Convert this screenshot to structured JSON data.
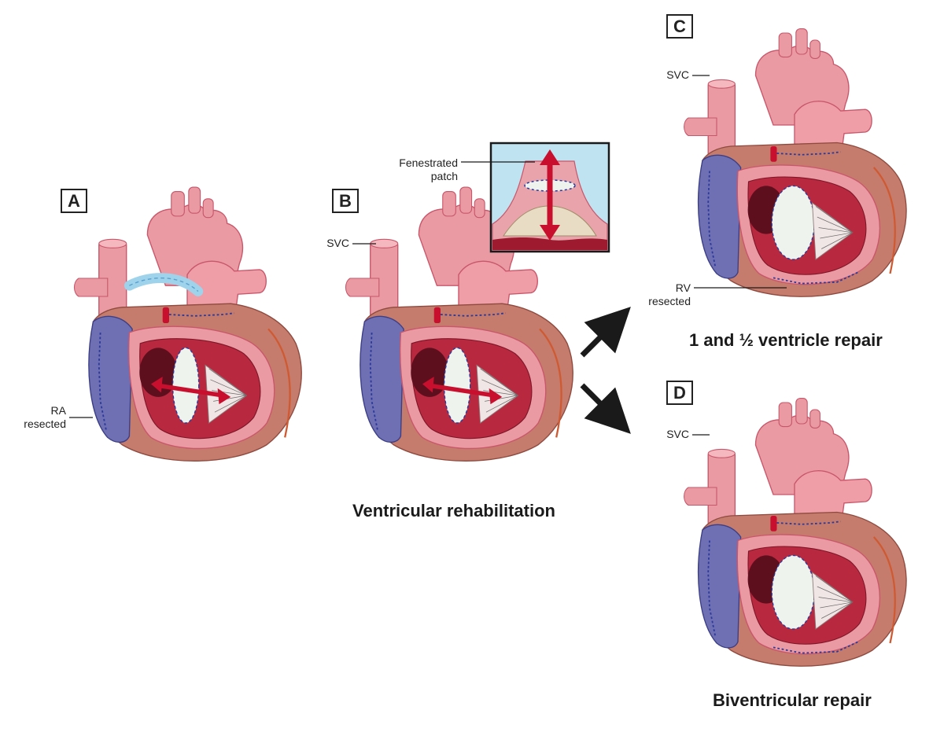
{
  "panels": {
    "a": {
      "letter": "A",
      "labels": {
        "ra_line1": "RA",
        "ra_line2": "resected"
      }
    },
    "b": {
      "letter": "B",
      "labels": {
        "svc": "SVC",
        "patch_line1": "Fenestrated",
        "patch_line2": "patch"
      },
      "caption": "Ventricular rehabilitation"
    },
    "c": {
      "letter": "C",
      "labels": {
        "svc": "SVC",
        "rv_line1": "RV",
        "rv_line2": "resected"
      },
      "caption": "1 and ½ ventricle repair"
    },
    "d": {
      "letter": "D",
      "labels": {
        "svc": "SVC"
      },
      "caption": "Biventricular repair"
    }
  },
  "colors": {
    "heart_pink": "#e99aa3",
    "heart_dark": "#c9566a",
    "ventricle_red": "#b8283e",
    "atrium_blue": "#6f6fb3",
    "myocardium_brown": "#c57c6c",
    "arrow_red": "#c8102e",
    "patch_white": "#eef3ee",
    "suture_blue": "#2b3a9a",
    "inset_sky": "#bfe3f1"
  }
}
